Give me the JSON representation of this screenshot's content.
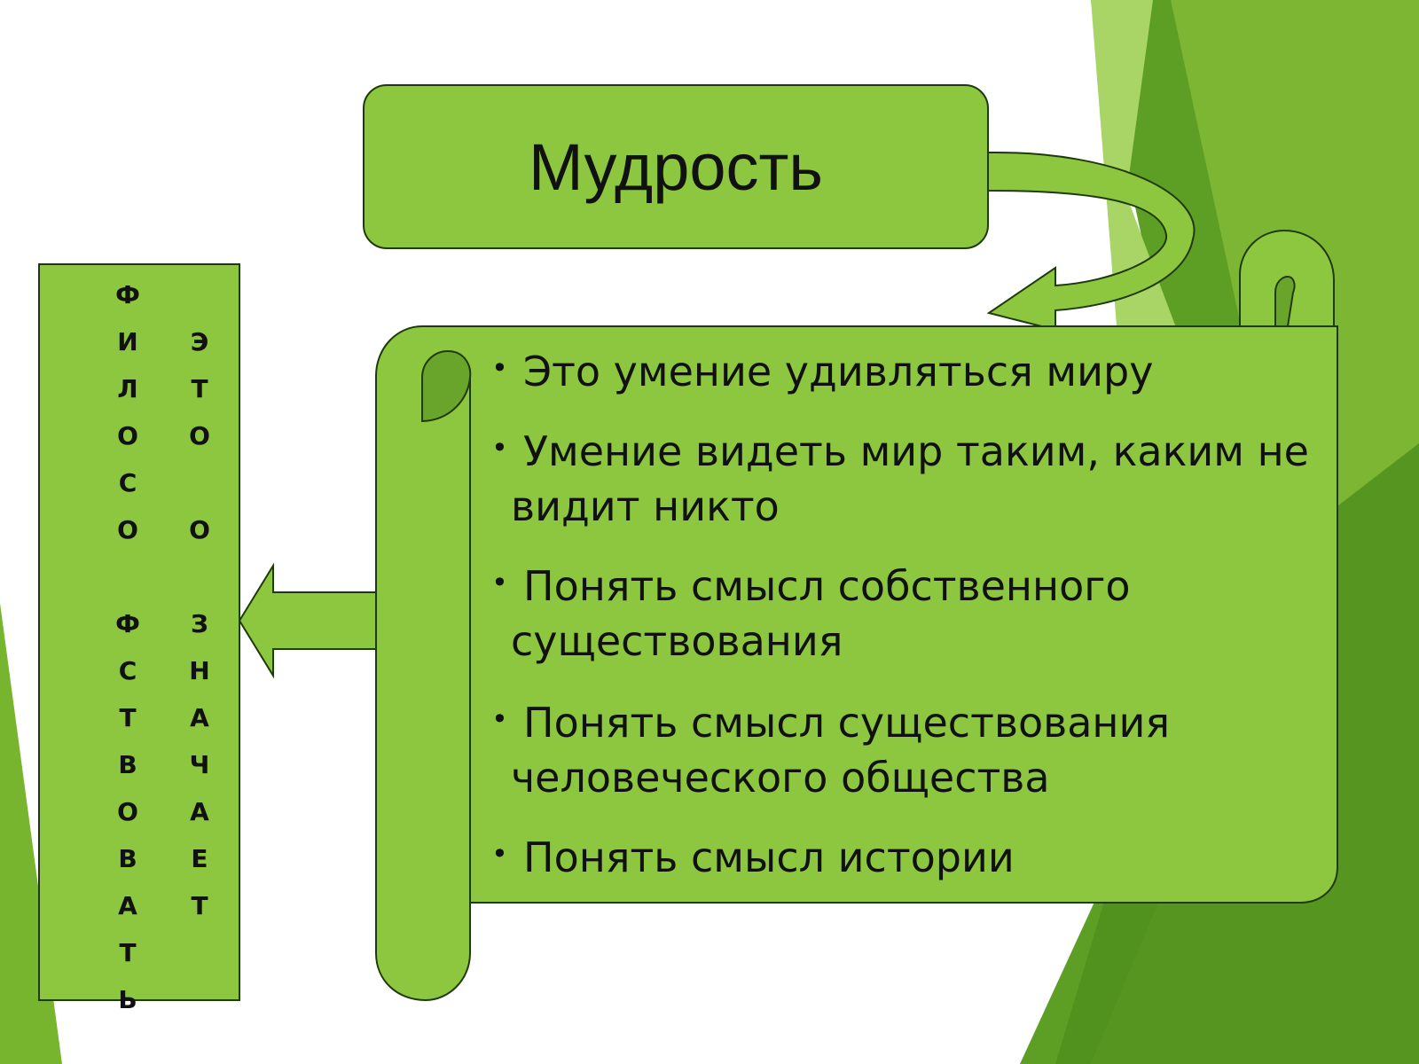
{
  "title": "Мудрость",
  "vertical_left": [
    "Ф",
    "И",
    "Л",
    "О",
    "С",
    "О",
    "",
    "Ф",
    "С",
    "Т",
    "В",
    "О",
    "В",
    "А",
    "Т",
    "Ь"
  ],
  "vertical_right": [
    "",
    "Э",
    "Т",
    "О",
    "",
    "О",
    "",
    "З",
    "Н",
    "А",
    "Ч",
    "А",
    "Е",
    "Т"
  ],
  "bullets": [
    {
      "lines": [
        "Это умение удивляться миру"
      ]
    },
    {
      "lines": [
        "Умение видеть мир таким, каким не",
        "видит никто"
      ]
    },
    {
      "lines": [
        "Понять смысл собственного",
        "существования"
      ]
    },
    {
      "lines": [
        "Понять смысл существования",
        "человеческого общества"
      ]
    },
    {
      "lines": [
        "Понять смысл истории"
      ]
    }
  ],
  "colors": {
    "box_fill": "#8dc63f",
    "box_stroke": "#1f3a0a",
    "scroll_dark": "#6aa52b",
    "bg_green_light": "#9ccc3a",
    "bg_green_dark": "#5c9e23"
  }
}
